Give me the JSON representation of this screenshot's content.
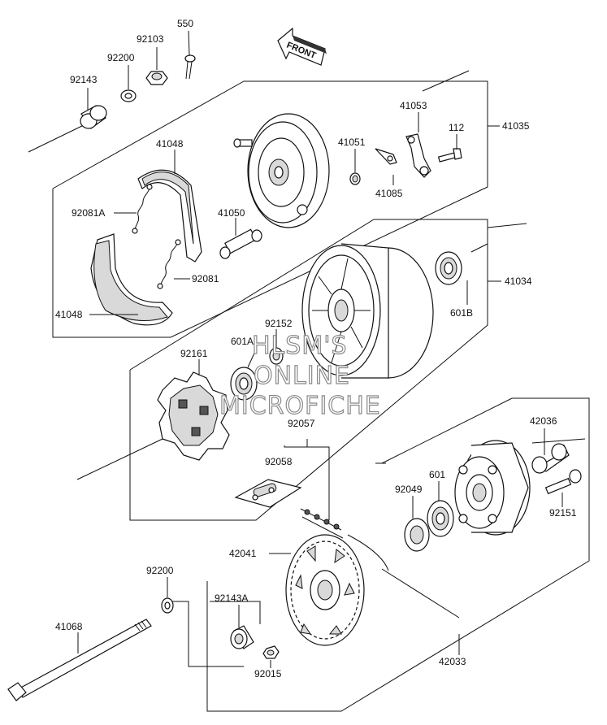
{
  "diagram": {
    "front_arrow_text": "FRONT",
    "watermark": [
      "HLSM'S",
      "ONLINE",
      "MICROFICHE"
    ],
    "labels": {
      "p550": "550",
      "p92103": "92103",
      "p92200_top": "92200",
      "p92143": "92143",
      "p41048_top": "41048",
      "p92081A": "92081A",
      "p41050": "41050",
      "p92081": "92081",
      "p41048_bottom": "41048",
      "p41051": "41051",
      "p41053": "41053",
      "p112": "112",
      "p41035": "41035",
      "p41085": "41085",
      "p41034": "41034",
      "p601B": "601B",
      "p92152": "92152",
      "p601A": "601A",
      "p92161": "92161",
      "p92057": "92057",
      "p92058": "92058",
      "p42036": "42036",
      "p601": "601",
      "p92049": "92049",
      "p92151": "92151",
      "p42041": "42041",
      "p92200_bottom": "92200",
      "p92143A": "92143A",
      "p41068": "41068",
      "p92015": "92015",
      "p42033": "42033"
    }
  }
}
